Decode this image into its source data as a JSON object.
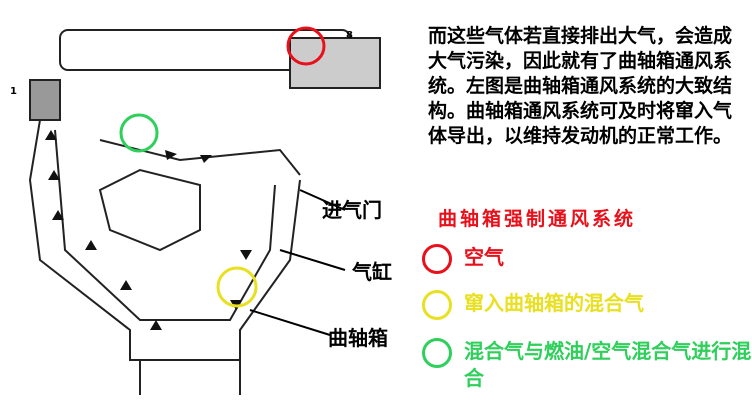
{
  "description_text": "而这些气体若直接排出大气，会造成大气污染，因此就有了曲轴箱通风系统。左图是曲轴箱通风系统的大致结构。曲轴箱通风系统可及时将窜入气体导出，以维持发动机的正常工作。",
  "title": "曲轴箱强制通风系统",
  "legend": [
    {
      "label": "空气",
      "color": "#e8101a"
    },
    {
      "label": "窜入曲轴箱的混合气",
      "color": "#e8e020"
    },
    {
      "label": "混合气与燃油/空气混合气进行混合",
      "color": "#2ecf5a"
    }
  ],
  "labels": {
    "intake_valve": "进气门",
    "cylinder": "气缸",
    "crankcase": "曲轴箱",
    "n1": "1",
    "n8": "8"
  }
}
